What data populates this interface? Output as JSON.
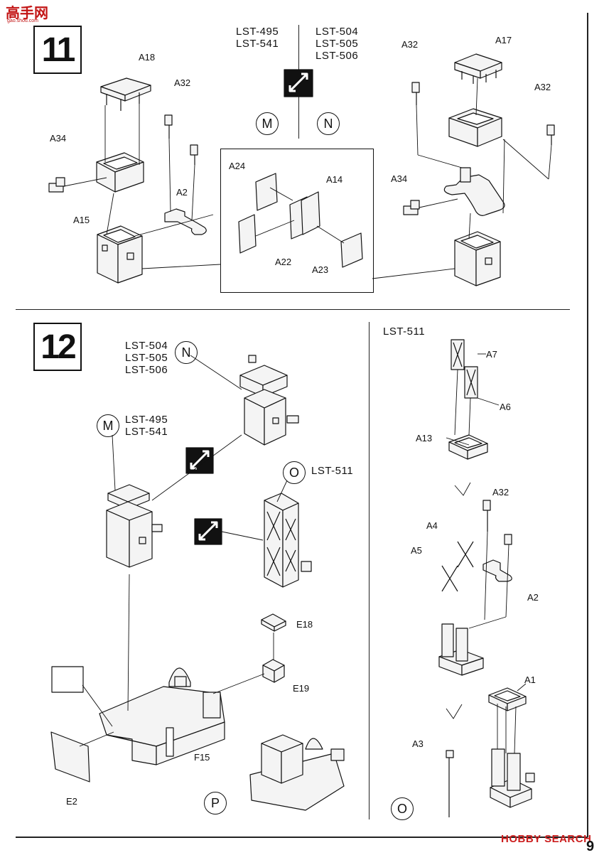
{
  "site_logo": {
    "mark": "高手网",
    "sub": "gao.shou.com"
  },
  "watermark": {
    "text": "HOBBY SEARCH",
    "color": "#cc1e1e"
  },
  "page_number": "9",
  "step11": {
    "number": "11",
    "variants_left": "LST-495\nLST-541",
    "variants_right": "LST-504\nLST-505\nLST-506",
    "option_m": "M",
    "option_n": "N",
    "parts_left": [
      "A18",
      "A32",
      "A34",
      "A15",
      "A2"
    ],
    "inset_parts": [
      "A24",
      "A14",
      "A22",
      "A23"
    ],
    "parts_right": [
      "A32",
      "A17",
      "A32",
      "A34"
    ]
  },
  "step12": {
    "number": "12",
    "n_variants": "LST-504\nLST-505\nLST-506",
    "m_variants": "LST-495\nLST-541",
    "o_variant": "LST-511",
    "option_n": "N",
    "option_m": "M",
    "option_o": "O",
    "option_p": "P",
    "parts": [
      "E18",
      "E19",
      "F15",
      "E2"
    ],
    "side_title": "LST-511",
    "side_parts": [
      "A7",
      "A6",
      "A13",
      "A32",
      "A4",
      "A5",
      "A2",
      "A1",
      "A3"
    ],
    "side_option": "O"
  },
  "colors": {
    "ink": "#111111",
    "paper": "#ffffff",
    "part_fill": "#f4f4f4"
  }
}
